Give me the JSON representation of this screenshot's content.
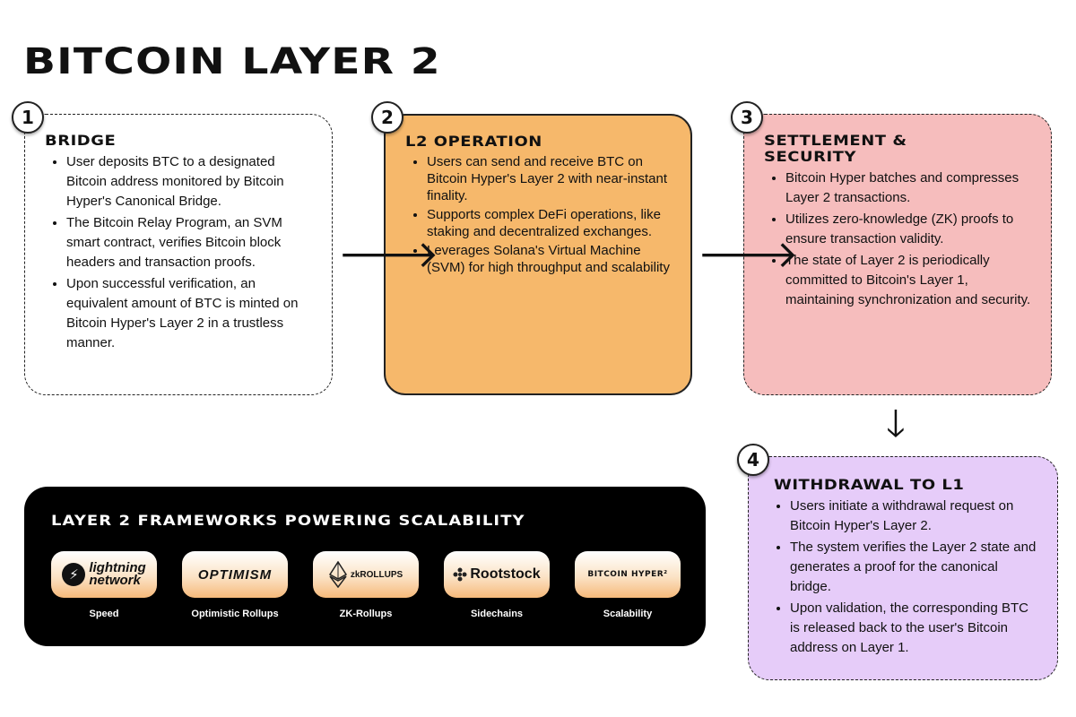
{
  "title": "BITCOIN LAYER 2",
  "steps": [
    {
      "number": "1",
      "heading": "BRIDGE",
      "bullets": [
        "User deposits BTC to a designated Bitcoin address monitored by Bitcoin Hyper's Canonical Bridge.",
        "The Bitcoin Relay Program, an SVM smart contract, verifies Bitcoin block headers and transaction proofs.",
        "Upon successful verification, an equivalent amount of BTC is minted on Bitcoin Hyper's Layer 2 in a trustless manner."
      ]
    },
    {
      "number": "2",
      "heading": "L2 OPERATION",
      "bullets": [
        "Users can send and receive BTC on Bitcoin Hyper's Layer 2 with near-instant finality.",
        "Supports complex DeFi operations, like staking and decentralized exchanges.",
        "Leverages Solana's Virtual Machine (SVM) for high throughput and scalability"
      ]
    },
    {
      "number": "3",
      "heading_line1": "SETTLEMENT &",
      "heading_line2": "SECURITY",
      "bullets": [
        "Bitcoin Hyper batches and compresses Layer 2 transactions.",
        "Utilizes zero-knowledge (ZK) proofs to ensure transaction validity.",
        "The state of Layer 2 is periodically committed to Bitcoin's Layer 1, maintaining synchronization and security."
      ]
    },
    {
      "number": "4",
      "heading": "WITHDRAWAL TO L1",
      "bullets": [
        "Users initiate a withdrawal request on Bitcoin Hyper's Layer 2.",
        "The system verifies the Layer 2 state and generates a proof for the canonical bridge.",
        "Upon validation, the corresponding BTC is released back to the user's Bitcoin address on Layer 1."
      ]
    }
  ],
  "arrows": {
    "right": "🡒",
    "down": "🡓"
  },
  "frameworks": {
    "title": "LAYER 2 FRAMEWORKS POWERING SCALABILITY",
    "items": [
      {
        "logo_line1": "lightning",
        "logo_line2": "network",
        "logo_icon": "lightning-bolt-icon",
        "label": "Speed"
      },
      {
        "logo_text": "OPTIMISM",
        "label": "Optimistic Rollups"
      },
      {
        "logo_text": "zkROLLUPS",
        "logo_icon": "ethereum-icon",
        "label": "ZK-Rollups"
      },
      {
        "logo_text": "Rootstock",
        "logo_icon": "rootstock-icon",
        "label": "Sidechains"
      },
      {
        "logo_text": "BITCOIN HYPER²",
        "label": "Scalability"
      }
    ]
  },
  "colors": {
    "step2_bg": "#f6b86b",
    "step3_bg": "#f6bdbd",
    "step4_bg": "#e6ccf9",
    "panel_bg": "#000000",
    "pill_gradient_bottom": "#f6b97a"
  }
}
